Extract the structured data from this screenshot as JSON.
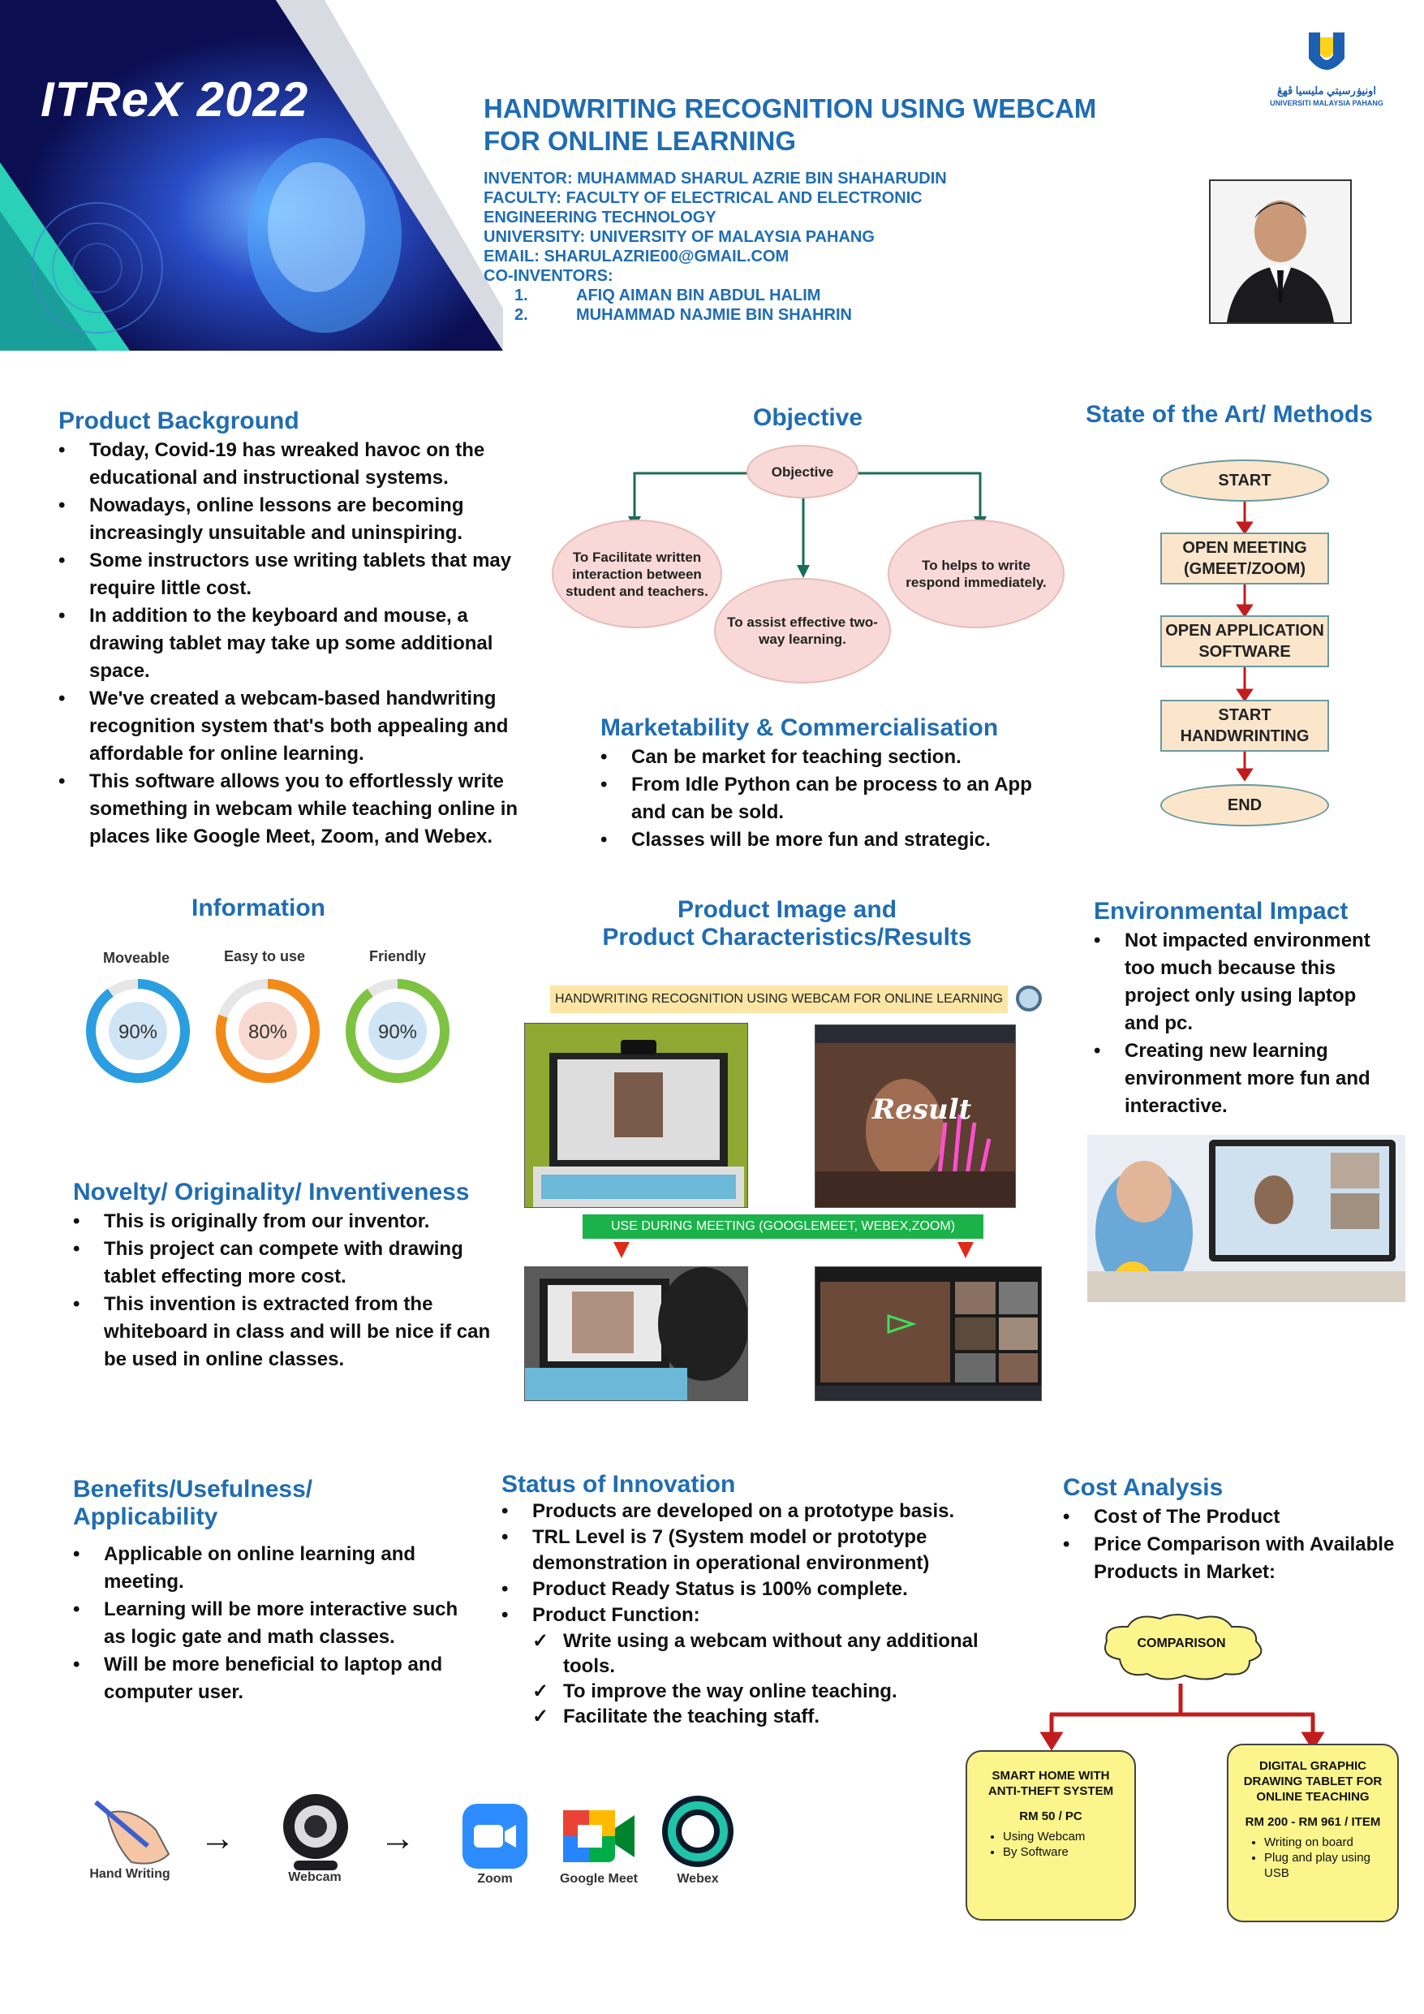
{
  "colors": {
    "heading": "#1f6db3",
    "oval_fill": "#f8d9d7",
    "flow_fill": "#fbe6cc",
    "cost_fill": "#fbf58c",
    "arrow_red": "#d22b1f",
    "arrow_green": "#1d6b5a"
  },
  "header": {
    "logo_text": "ITReX 2022",
    "title_line1": "HANDWRITING RECOGNITION USING WEBCAM",
    "title_line2": "FOR ONLINE LEARNING",
    "inventor": "INVENTOR: MUHAMMAD SHARUL AZRIE BIN SHAHARUDIN",
    "faculty_line1": "FACULTY: FACULTY OF ELECTRICAL AND ELECTRONIC",
    "faculty_line2": "ENGINEERING TECHNOLOGY",
    "university": "UNIVERSITY: UNIVERSITY OF MALAYSIA PAHANG",
    "email": "EMAIL: SHARULAZRIE00@GMAIL.COM",
    "co_inventors_label": "CO-INVENTORS:",
    "co_inventors": [
      {
        "num": "1.",
        "name": "AFIQ AIMAN BIN ABDUL HALIM"
      },
      {
        "num": "2.",
        "name": "MUHAMMAD NAJMIE BIN SHAHRIN"
      }
    ],
    "ump_arabic": "اونيۏرسيتي مليسيا ڤهڠ",
    "ump_name": "UNIVERSITI MALAYSIA PAHANG"
  },
  "background": {
    "heading": "Product Background",
    "items": [
      "Today, Covid-19 has wreaked havoc on the educational and instructional systems.",
      "Nowadays, online lessons are becoming increasingly unsuitable and uninspiring.",
      "Some instructors use writing tablets that may require little cost.",
      "In addition to the keyboard and mouse, a drawing tablet may take up some additional space.",
      "We've created a webcam-based handwriting recognition system that's both appealing and affordable for online learning.",
      "This software allows you to effortlessly write something in webcam while teaching online in places like Google Meet, Zoom, and Webex."
    ]
  },
  "objective": {
    "heading": "Objective",
    "center": "Objective",
    "left": "To Facilitate written interaction between student and teachers.",
    "middle": "To assist effective two-way learning.",
    "right": "To helps to write respond immediately."
  },
  "state": {
    "heading": "State of  the Art/ Methods",
    "steps": [
      "START",
      "OPEN MEETING (GMEET/ZOOM)",
      "OPEN APPLICATION SOFTWARE",
      "START HANDWRINTING",
      "END"
    ]
  },
  "market": {
    "heading": "Marketability & Commercialisation",
    "items": [
      "Can be market for teaching section.",
      "From Idle Python can be process to an App and can be sold.",
      "Classes will be more fun and strategic."
    ]
  },
  "information": {
    "heading": "Information",
    "gauges": [
      {
        "label": "Moveable",
        "value": "90%",
        "pct": 90,
        "color": "#2a9ee0",
        "inner": "#cfe4f4"
      },
      {
        "label": "Easy to use",
        "value": "80%",
        "pct": 80,
        "color": "#f28a1a",
        "inner": "#f8d9cf"
      },
      {
        "label": "Friendly",
        "value": "90%",
        "pct": 90,
        "color": "#7ec242",
        "inner": "#cfe4f4"
      }
    ]
  },
  "product": {
    "heading_line1": "Product Image and",
    "heading_line2": "Product Characteristics/Results",
    "strip1": "HANDWRITING RECOGNITION USING WEBCAM FOR ONLINE LEARNING",
    "strip2": "USE DURING MEETING (GOOGLEMEET, WEBEX,ZOOM)",
    "result_text": "Result"
  },
  "environment": {
    "heading": "Environmental Impact",
    "items": [
      "Not impacted environment too much because this project only using laptop and pc.",
      "Creating new learning environment more fun and interactive."
    ]
  },
  "novelty": {
    "heading": "Novelty/ Originality/ Inventiveness",
    "items": [
      "This is originally from our inventor.",
      "This project can compete with drawing tablet effecting more cost.",
      "This invention is extracted from the whiteboard in class and will be nice if can be used in online classes."
    ]
  },
  "benefits": {
    "heading_line1": "Benefits/Usefulness/",
    "heading_line2": "Applicability",
    "items": [
      "Applicable on online learning and meeting.",
      "Learning will be more interactive such as logic gate and math classes.",
      "Will be more beneficial to laptop and computer user."
    ]
  },
  "status": {
    "heading": "Status of Innovation",
    "items": [
      "Products are developed on a prototype basis.",
      "TRL Level is 7 (System model or prototype demonstration in operational environment)",
      "Product Ready Status is 100% complete.",
      "Product Function:"
    ],
    "functions": [
      "Write using a webcam without any additional tools.",
      "To improve the way online teaching.",
      "Facilitate the teaching staff."
    ]
  },
  "cost": {
    "heading": "Cost Analysis",
    "items": [
      "Cost of The Product",
      "Price Comparison with Available Products in Market:"
    ],
    "cloud": "COMPARISON",
    "left_title": "SMART HOME WITH ANTI-THEFT SYSTEM",
    "left_price": "RM 50 / PC",
    "left_points": [
      "Using Webcam",
      "By Software"
    ],
    "right_title": "DIGITAL GRAPHIC DRAWING TABLET FOR ONLINE TEACHING",
    "right_price": "RM 200 - RM 961 / ITEM",
    "right_points": [
      "Writing on board",
      "Plug and play using USB"
    ]
  },
  "pipeline": {
    "labels": [
      "Hand Writing",
      "Webcam",
      "Zoom",
      "Google Meet",
      "Webex"
    ],
    "arrow": "→"
  }
}
